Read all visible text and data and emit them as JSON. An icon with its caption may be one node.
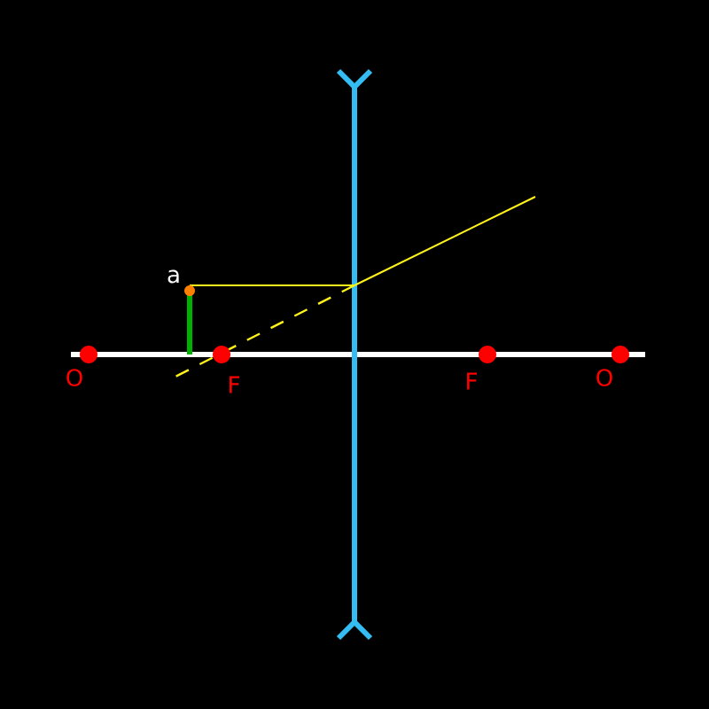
{
  "diagram": {
    "labels": [
      "a",
      "O",
      "F",
      "F",
      "O"
    ]
  }
}
